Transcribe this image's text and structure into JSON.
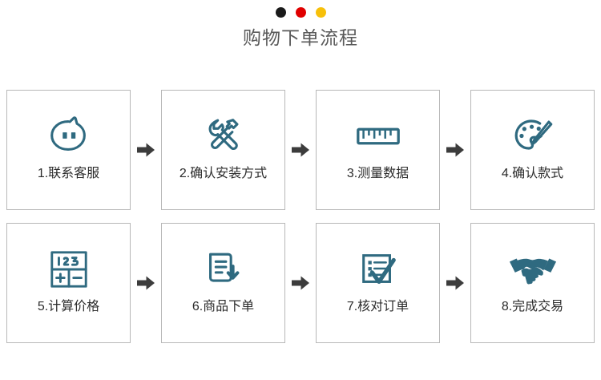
{
  "header": {
    "dots": [
      {
        "name": "dot-black",
        "color": "#1a1a1a"
      },
      {
        "name": "dot-red",
        "color": "#e00000"
      },
      {
        "name": "dot-yellow",
        "color": "#f7c00a"
      }
    ],
    "title": "购物下单流程"
  },
  "theme": {
    "icon_color": "#2f6a80",
    "card_border": "#b8b8b8",
    "arrow_color": "#3c3c3c",
    "label_color": "#2b2b2b",
    "title_color": "#5a5a5a",
    "background": "#ffffff"
  },
  "flow": {
    "arrow_icon": "arrow-right-icon",
    "steps": [
      {
        "index": "1",
        "label": "1.联系客服",
        "icon": "chat-face-icon"
      },
      {
        "index": "2",
        "label": "2.确认安装方式",
        "icon": "hammer-wrench-icon"
      },
      {
        "index": "3",
        "label": "3.测量数据",
        "icon": "ruler-icon"
      },
      {
        "index": "4",
        "label": "4.确认款式",
        "icon": "palette-brush-icon"
      },
      {
        "index": "5",
        "label": "5.计算价格",
        "icon": "calculator-icon"
      },
      {
        "index": "6",
        "label": "6.商品下单",
        "icon": "document-download-icon"
      },
      {
        "index": "7",
        "label": "7.核对订单",
        "icon": "checklist-check-icon"
      },
      {
        "index": "8",
        "label": "8.完成交易",
        "icon": "handshake-icon"
      }
    ]
  }
}
